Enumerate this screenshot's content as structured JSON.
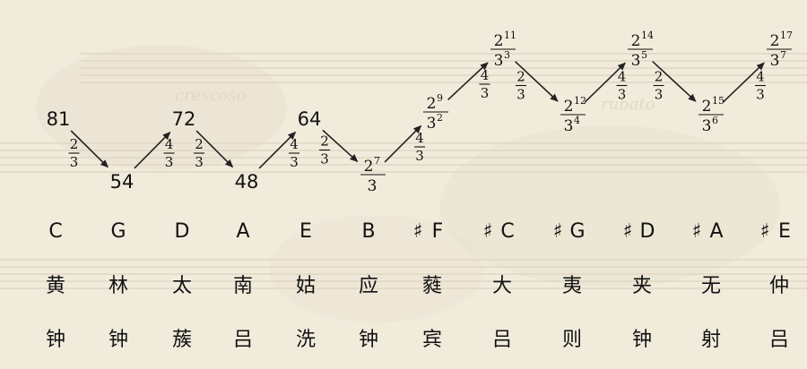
{
  "values": [
    {
      "label": "81"
    },
    {
      "label": "54"
    },
    {
      "label": "72"
    },
    {
      "label": "48"
    },
    {
      "label": "64"
    },
    {
      "num_base": "2",
      "num_exp": "7",
      "den": "3"
    },
    {
      "num_base": "2",
      "num_exp": "9",
      "den_base": "3",
      "den_exp": "2"
    },
    {
      "num_base": "2",
      "num_exp": "11",
      "den_base": "3",
      "den_exp": "3"
    },
    {
      "num_base": "2",
      "num_exp": "12",
      "den_base": "3",
      "den_exp": "4"
    },
    {
      "num_base": "2",
      "num_exp": "14",
      "den_base": "3",
      "den_exp": "5"
    },
    {
      "num_base": "2",
      "num_exp": "15",
      "den_base": "3",
      "den_exp": "6"
    },
    {
      "num_base": "2",
      "num_exp": "17",
      "den_base": "3",
      "den_exp": "7"
    }
  ],
  "ratios": [
    {
      "num": "2",
      "den": "3"
    },
    {
      "num": "4",
      "den": "3"
    },
    {
      "num": "2",
      "den": "3"
    },
    {
      "num": "4",
      "den": "3"
    },
    {
      "num": "2",
      "den": "3"
    },
    {
      "num": "4",
      "den": "3"
    },
    {
      "num": "4",
      "den": "3"
    },
    {
      "num": "2",
      "den": "3"
    },
    {
      "num": "4",
      "den": "3"
    },
    {
      "num": "2",
      "den": "3"
    },
    {
      "num": "4",
      "den": "3"
    }
  ],
  "notes": [
    {
      "sharp": "",
      "name": "C"
    },
    {
      "sharp": "",
      "name": "G"
    },
    {
      "sharp": "",
      "name": "D"
    },
    {
      "sharp": "",
      "name": "A"
    },
    {
      "sharp": "",
      "name": "E"
    },
    {
      "sharp": "",
      "name": "B"
    },
    {
      "sharp": "♯",
      "name": "F"
    },
    {
      "sharp": "♯",
      "name": "C"
    },
    {
      "sharp": "♯",
      "name": "G"
    },
    {
      "sharp": "♯",
      "name": "D"
    },
    {
      "sharp": "♯",
      "name": "A"
    },
    {
      "sharp": "♯",
      "name": "E"
    }
  ],
  "lu_names_row1": [
    "黄",
    "林",
    "太",
    "南",
    "姑",
    "应",
    "蕤",
    "大",
    "夷",
    "夹",
    "无",
    "仲"
  ],
  "lu_names_row2": [
    "钟",
    "钟",
    "蔟",
    "吕",
    "洗",
    "钟",
    "宾",
    "吕",
    "则",
    "钟",
    "射",
    "吕"
  ]
}
